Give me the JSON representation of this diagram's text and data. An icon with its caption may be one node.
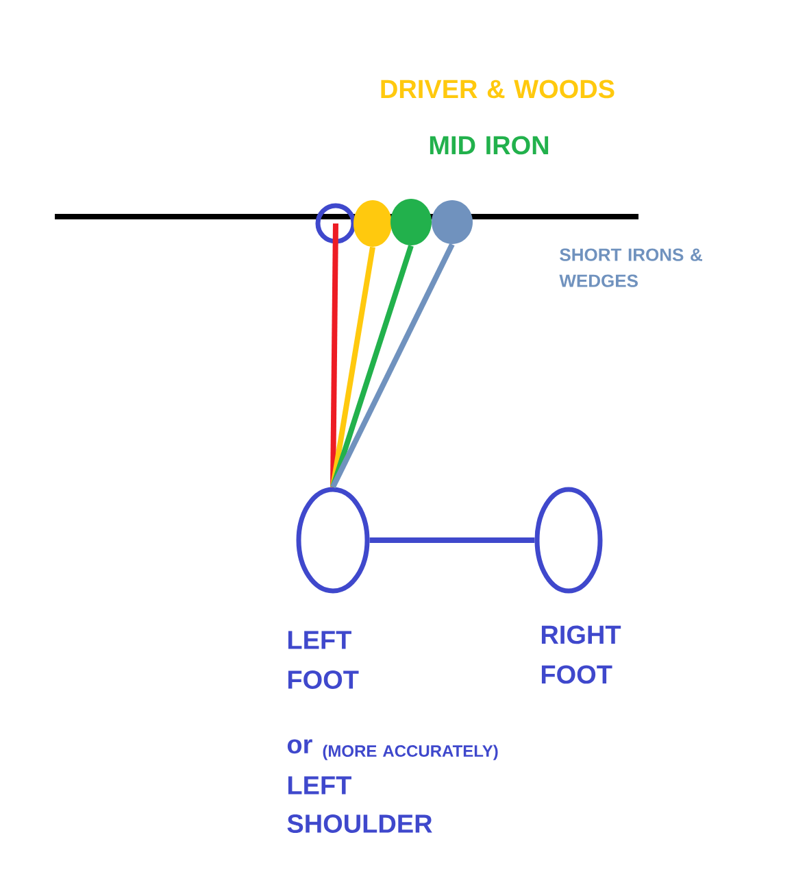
{
  "diagram": {
    "nodes": [
      {
        "text": [],
        "shape": "circle"
      },
      {
        "text": [],
        "shape": "ellipse",
        "beside": [
          "DRIVER & WOODS"
        ]
      },
      {
        "text": [],
        "shape": "ellipse",
        "beside": [
          "MID IRON"
        ]
      },
      {
        "text": [],
        "shape": "ellipse"
      },
      {
        "text": [],
        "shape": "ellipse",
        "beside": [
          "LEFT FOOT",
          "or",
          "(MORE ACCURATELY)",
          "LEFT SHOULDER"
        ]
      },
      {
        "text": [],
        "shape": "ellipse",
        "beside": [
          "RIGHT FOOT"
        ]
      }
    ],
    "edges": [
      {
        "from": 0,
        "to": 4,
        "arrow": "none",
        "color": "#ed1c24"
      },
      {
        "from": 1,
        "to": 4,
        "arrow": "none",
        "color": "#ffc90e"
      },
      {
        "from": 2,
        "to": 4,
        "arrow": "none",
        "color": "#22b14c"
      },
      {
        "from": 3,
        "to": 4,
        "arrow": "none",
        "color": "#7092be"
      },
      {
        "from": 4,
        "to": 5,
        "arrow": "none",
        "color": "#3f48cc"
      }
    ],
    "labels": [
      "SHORT IRONS & WEDGES"
    ]
  }
}
